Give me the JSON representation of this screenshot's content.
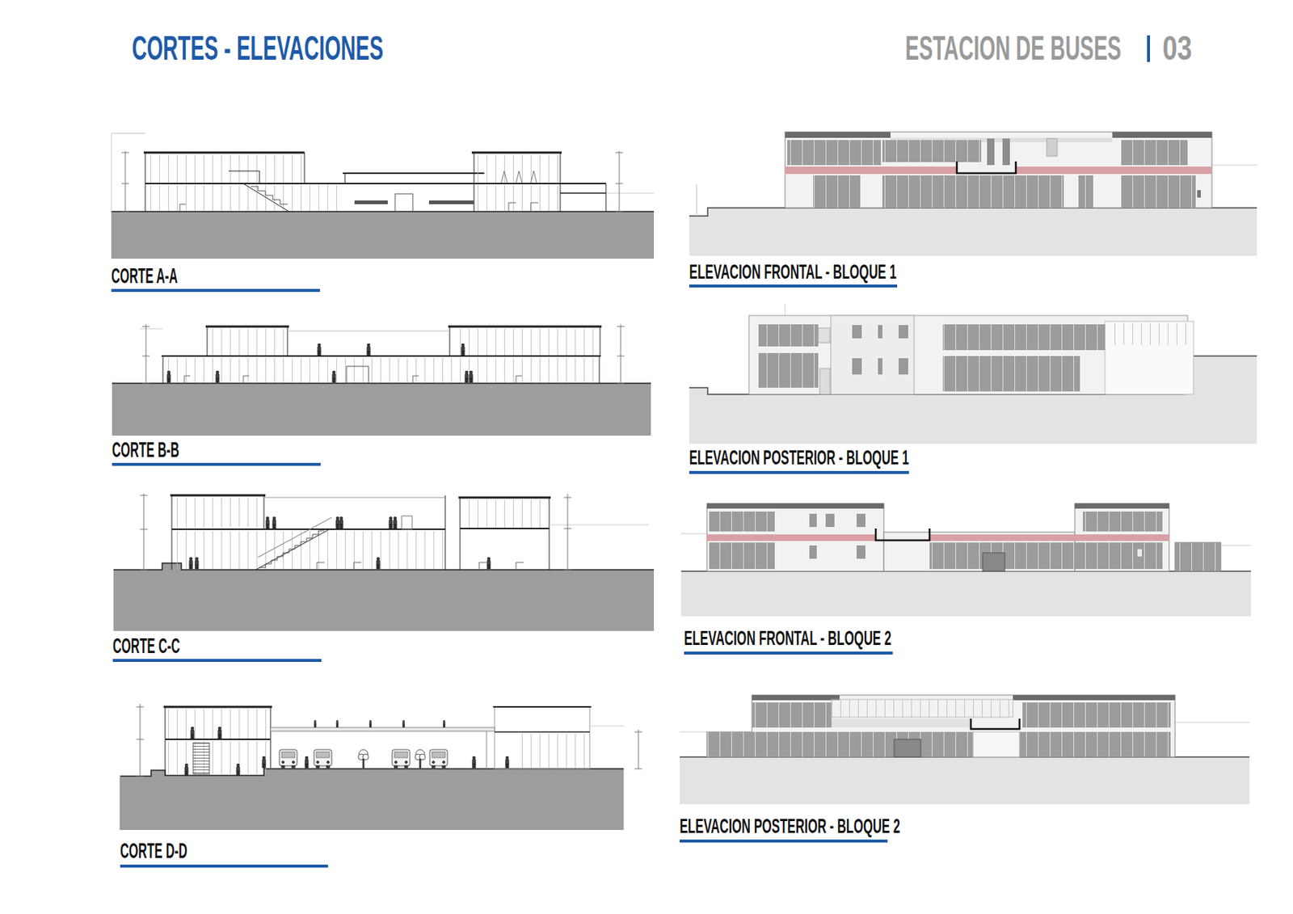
{
  "diagram": {
    "title": "CORTES - ELEVACIONES",
    "labels": [
      "ESTACION DE BUSES",
      "03",
      "CORTE A-A",
      "CORTE B-B",
      "CORTE C-C",
      "CORTE D-D",
      "ELEVACION FRONTAL - BLOQUE 1",
      "ELEVACION POSTERIOR - BLOQUE 1",
      "ELEVACION FRONTAL - BLOQUE 2",
      "ELEVACION POSTERIOR - BLOQUE 2"
    ]
  }
}
